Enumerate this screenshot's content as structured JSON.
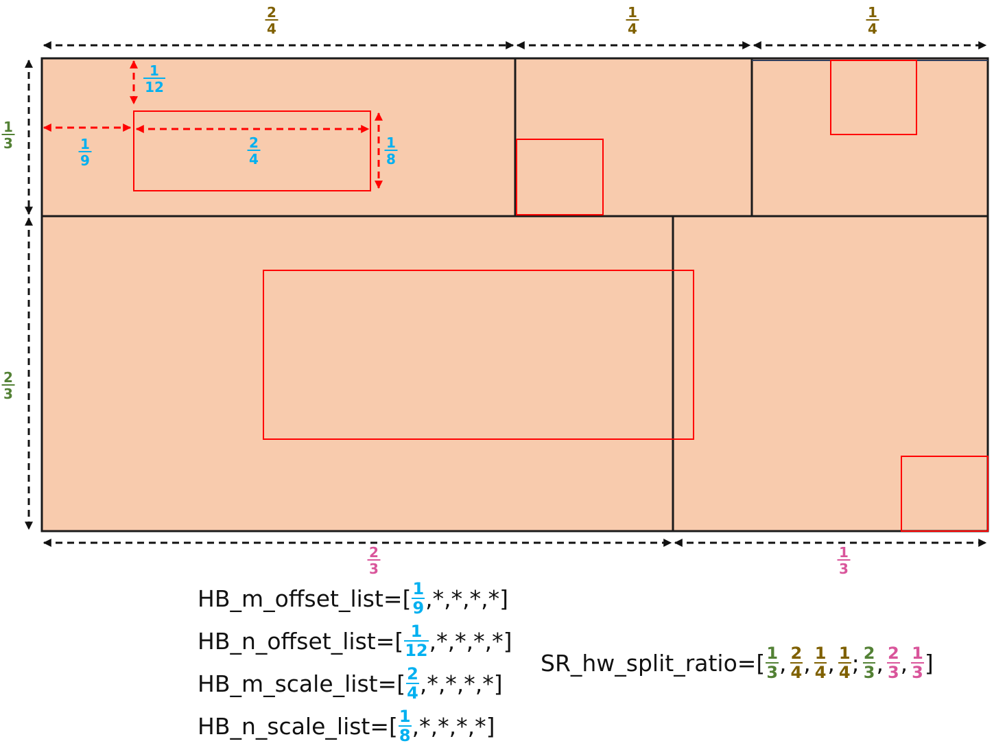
{
  "colors": {
    "fill": "#f8cbad",
    "border": "#1a1a1a",
    "box": "#ff0000",
    "arrow_red": "#ff0000",
    "arrow_black": "#111111",
    "blue": "#00b0f0",
    "olive": "#7f6000",
    "green": "#538135",
    "pink": "#d9559b"
  },
  "labels": {
    "top_col1": {
      "num": "2",
      "den": "4"
    },
    "top_col2": {
      "num": "1",
      "den": "4"
    },
    "top_col3": {
      "num": "1",
      "den": "4"
    },
    "left_row1": {
      "num": "1",
      "den": "3"
    },
    "left_row2": {
      "num": "2",
      "den": "3"
    },
    "bottom_col1": {
      "num": "2",
      "den": "3"
    },
    "bottom_col2": {
      "num": "1",
      "den": "3"
    },
    "n_offset": {
      "num": "1",
      "den": "12"
    },
    "m_offset": {
      "num": "1",
      "den": "9"
    },
    "m_scale": {
      "num": "2",
      "den": "4"
    },
    "n_scale": {
      "num": "1",
      "den": "8"
    }
  },
  "formulas": {
    "m_offset": {
      "prefix": "HB_m_offset_list=[",
      "frac": {
        "num": "1",
        "den": "9"
      },
      "suffix": ",*,*,*,*]"
    },
    "n_offset": {
      "prefix": "HB_n_offset_list=[",
      "frac": {
        "num": "1",
        "den": "12"
      },
      "suffix": ",*,*,*,*]"
    },
    "m_scale": {
      "prefix": "HB_m_scale_list=[",
      "frac": {
        "num": "2",
        "den": "4"
      },
      "suffix": ",*,*,*,*]"
    },
    "n_scale": {
      "prefix": "HB_n_scale_list=[",
      "frac": {
        "num": "1",
        "den": "8"
      },
      "suffix": ",*,*,*,*]"
    },
    "split": {
      "prefix": "SR_hw_split_ratio=[",
      "fracs": [
        {
          "num": "1",
          "den": "3"
        },
        {
          "num": "2",
          "den": "4"
        },
        {
          "num": "1",
          "den": "4"
        },
        {
          "num": "1",
          "den": "4"
        },
        {
          "num": "2",
          "den": "3"
        },
        {
          "num": "2",
          "den": "3"
        },
        {
          "num": "1",
          "den": "3"
        }
      ],
      "separators": [
        ",",
        ",",
        ",",
        ";",
        ",",
        ","
      ],
      "suffix": "]"
    }
  }
}
